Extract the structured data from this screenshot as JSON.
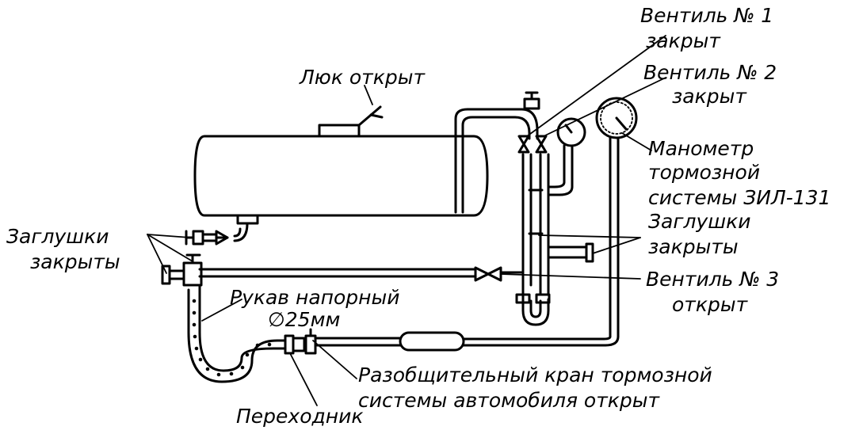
{
  "labels": {
    "hatch": "Люк открыт",
    "valve1_l1": "Вентиль № 1",
    "valve1_l2": "закрыт",
    "valve2_l1": "Вентиль № 2",
    "valve2_l2": "закрыт",
    "gauge_l1": "Манометр",
    "gauge_l2": "тормозной",
    "gauge_l3": "системы ЗИЛ-131",
    "plugs_right_l1": "Заглушки",
    "plugs_right_l2": "закрыты",
    "plugs_left_l1": "Заглушки",
    "plugs_left_l2": "закрыты",
    "valve3_l1": "Вентиль № 3",
    "valve3_l2": "открыт",
    "hose_l1": "Рукав напорный",
    "hose_l2": "∅25мм",
    "tap_l1": "Разобщительный кран тормозной",
    "tap_l2": "системы автомобиля открыт",
    "adapter": "Переходник"
  },
  "colors": {
    "ink": "#000000",
    "paper": "#ffffff"
  }
}
